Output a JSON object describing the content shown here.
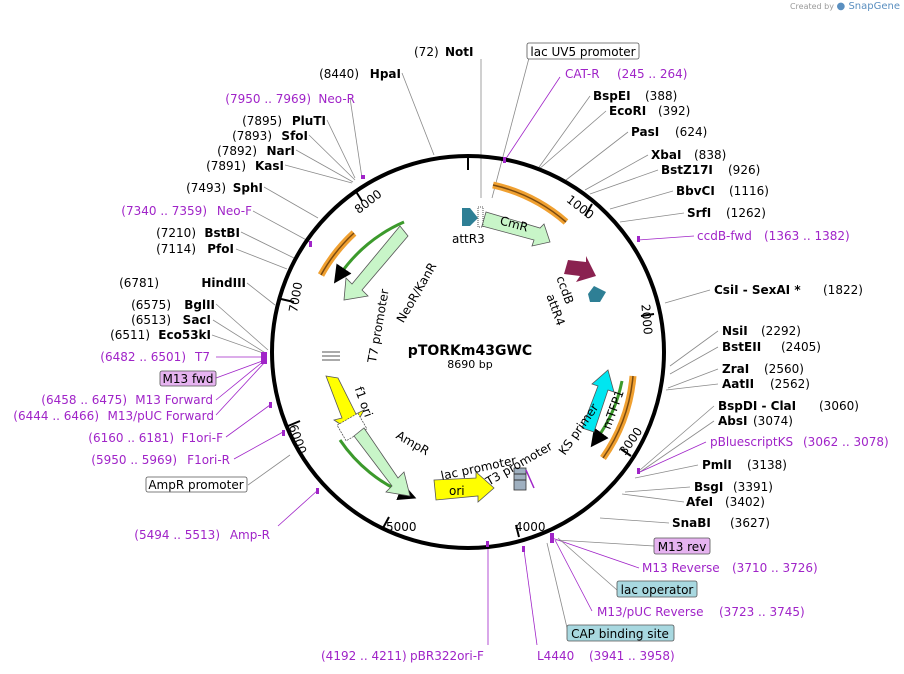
{
  "credit": {
    "prefix": "Created by",
    "brand": "SnapGene"
  },
  "plasmid": {
    "name": "pTORKm43GWC",
    "size": "8690 bp"
  },
  "ticks": [
    "1000",
    "2000",
    "3000",
    "4000",
    "5000",
    "7000",
    "8000"
  ],
  "features": {
    "CmR": "CmR",
    "ccdB": "ccdB",
    "attR3": "attR3",
    "attR4": "attR4",
    "NeoR": "NeoR/KanR",
    "T7": "T7 promoter",
    "f1": "f1 ori",
    "AmpR": "AmpR",
    "ori": "ori",
    "lacP": "lac promoter",
    "T3": "T3 promoter",
    "KS": "KS primer",
    "mTFP1": "mTFP1"
  },
  "left_labels": [
    {
      "num": "(8440)",
      "name": "HpaI"
    },
    {
      "num": "(7950 .. 7969)",
      "name": "Neo-R"
    },
    {
      "num": "(7895)",
      "name": "PluTI"
    },
    {
      "num": "(7893)",
      "name": "SfoI"
    },
    {
      "num": "(7892)",
      "name": "NarI"
    },
    {
      "num": "(7891)",
      "name": "KasI"
    },
    {
      "num": "(7493)",
      "name": "SphI"
    },
    {
      "num": "(7340 .. 7359)",
      "name": "Neo-F"
    },
    {
      "num": "(7210)",
      "name": "BstBI"
    },
    {
      "num": "(7114)",
      "name": "PfoI"
    },
    {
      "num": "(6781)",
      "name": "HindIII"
    },
    {
      "num": "(6575)",
      "name": "BglII"
    },
    {
      "num": "(6513)",
      "name": "SacI"
    },
    {
      "num": "(6511)",
      "name": "Eco53kI"
    },
    {
      "num": "(6482 .. 6501)",
      "name": "T7"
    },
    {
      "num": "",
      "name": "M13 fwd"
    },
    {
      "num": "(6458 .. 6475)",
      "name": "M13 Forward"
    },
    {
      "num": "(6444 .. 6466)",
      "name": "M13/pUC Forward"
    },
    {
      "num": "(6160 .. 6181)",
      "name": "F1ori-F"
    },
    {
      "num": "(5950 .. 5969)",
      "name": "F1ori-R"
    },
    {
      "num": "",
      "name": "AmpR promoter"
    },
    {
      "num": "(5494 .. 5513)",
      "name": "Amp-R"
    }
  ],
  "top_labels": [
    {
      "num": "(72)",
      "name": "NotI"
    },
    {
      "num": "",
      "name": "lac UV5 promoter"
    },
    {
      "num": "(245 .. 264)",
      "name": "CAT-R"
    }
  ],
  "right_labels": [
    {
      "num": "(388)",
      "name": "BspEI"
    },
    {
      "num": "(392)",
      "name": "EcoRI"
    },
    {
      "num": "(624)",
      "name": "PasI"
    },
    {
      "num": "(838)",
      "name": "XbaI"
    },
    {
      "num": "(926)",
      "name": "BstZ17I"
    },
    {
      "num": "(1116)",
      "name": "BbvCI"
    },
    {
      "num": "(1262)",
      "name": "SrfI"
    },
    {
      "num": "(1363 .. 1382)",
      "name": "ccdB-fwd"
    },
    {
      "num": "(1822)",
      "name": "CsiI  -  SexAI *"
    },
    {
      "num": "(2292)",
      "name": "NsiI"
    },
    {
      "num": "(2405)",
      "name": "BstEII"
    },
    {
      "num": "(2560)",
      "name": "ZraI"
    },
    {
      "num": "(2562)",
      "name": "AatII"
    },
    {
      "num": "(3060)",
      "name": "BspDI  -  ClaI"
    },
    {
      "num": "(3074)",
      "name": "AbsI"
    },
    {
      "num": "(3062 .. 3078)",
      "name": "pBluescriptKS"
    },
    {
      "num": "(3138)",
      "name": "PmlI"
    },
    {
      "num": "(3391)",
      "name": "BsgI"
    },
    {
      "num": "(3402)",
      "name": "AfeI"
    },
    {
      "num": "(3627)",
      "name": "SnaBI"
    },
    {
      "num": "",
      "name": "M13 rev"
    },
    {
      "num": "(3710 .. 3726)",
      "name": "M13 Reverse"
    },
    {
      "num": "",
      "name": "lac operator"
    },
    {
      "num": "(3723 .. 3745)",
      "name": "M13/pUC Reverse"
    },
    {
      "num": "",
      "name": "CAP binding site"
    }
  ],
  "bottom_labels": [
    {
      "num": "(4192 .. 4211)",
      "name": "pBR322ori-F"
    },
    {
      "num": "(3941 .. 3958)",
      "name": "L4440"
    }
  ],
  "colors": {
    "backbone": "#000000",
    "primer": "#a024c8",
    "orange": "#f0a030",
    "green": "#3c9a2c",
    "light_green": "#c8f5c8",
    "yellow": "#ffff00",
    "cyan": "#00e6f0",
    "teal": "#2e7f95",
    "purple_arrow": "#8a2250",
    "pink_box": "#e6b3f0",
    "blue_box": "#a8d8e0"
  }
}
